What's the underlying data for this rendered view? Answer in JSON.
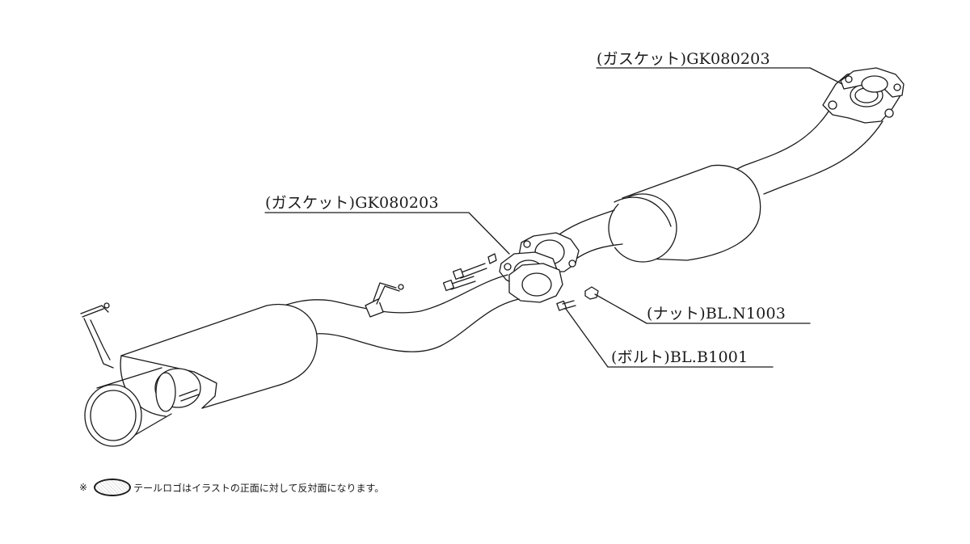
{
  "diagram": {
    "labels": {
      "gasket_top": "(ガスケット)GK080203",
      "gasket_mid": "(ガスケット)GK080203",
      "nut": "(ナット)BL.N1003",
      "bolt": "(ボルト)BL.B1001"
    },
    "note": {
      "mark": "※",
      "logo_icon": "fujitsubo-logo-icon",
      "text": "テールロゴはイラストの正面に対して反対面になります。"
    },
    "colors": {
      "line": "#1a1a1a",
      "fill": "#ffffff",
      "background": "#ffffff"
    }
  }
}
